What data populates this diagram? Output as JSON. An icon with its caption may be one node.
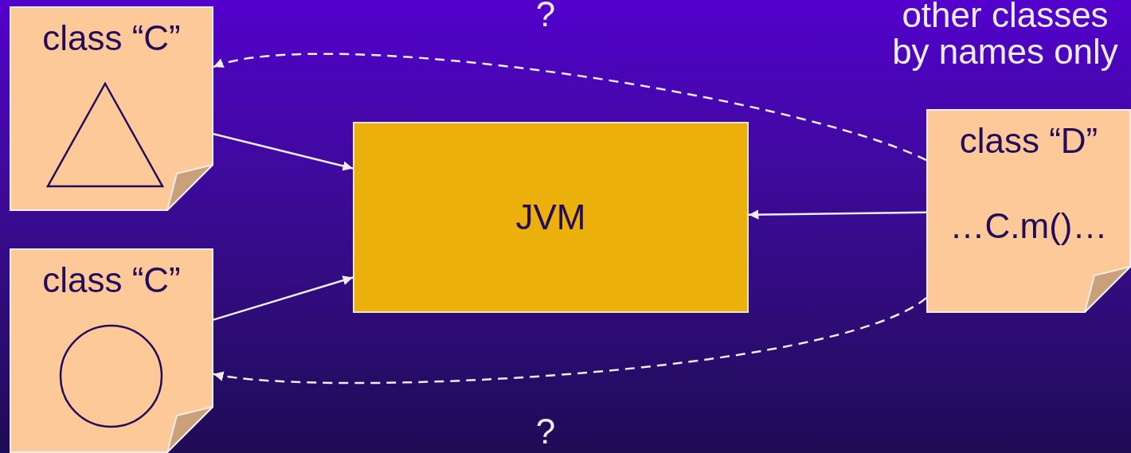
{
  "diagram": {
    "nodes": [
      {
        "text": [
          "class “C”"
        ]
      },
      {
        "text": [
          "class “C”"
        ]
      },
      {
        "text": [
          "JVM"
        ]
      },
      {
        "text": [
          "class “D”",
          "…C.m()…"
        ]
      }
    ],
    "edges": [
      {
        "from": 0,
        "to": 2,
        "arrow": "to"
      },
      {
        "from": 1,
        "to": 2,
        "arrow": "to"
      },
      {
        "from": 3,
        "to": 2,
        "arrow": "to"
      },
      {
        "from": 3,
        "to": 0,
        "arrow": "to",
        "style": "dashed",
        "label": "?"
      },
      {
        "from": 3,
        "to": 1,
        "arrow": "to",
        "style": "dashed",
        "label": "?"
      }
    ],
    "labels": [
      "other classes by names only"
    ]
  }
}
